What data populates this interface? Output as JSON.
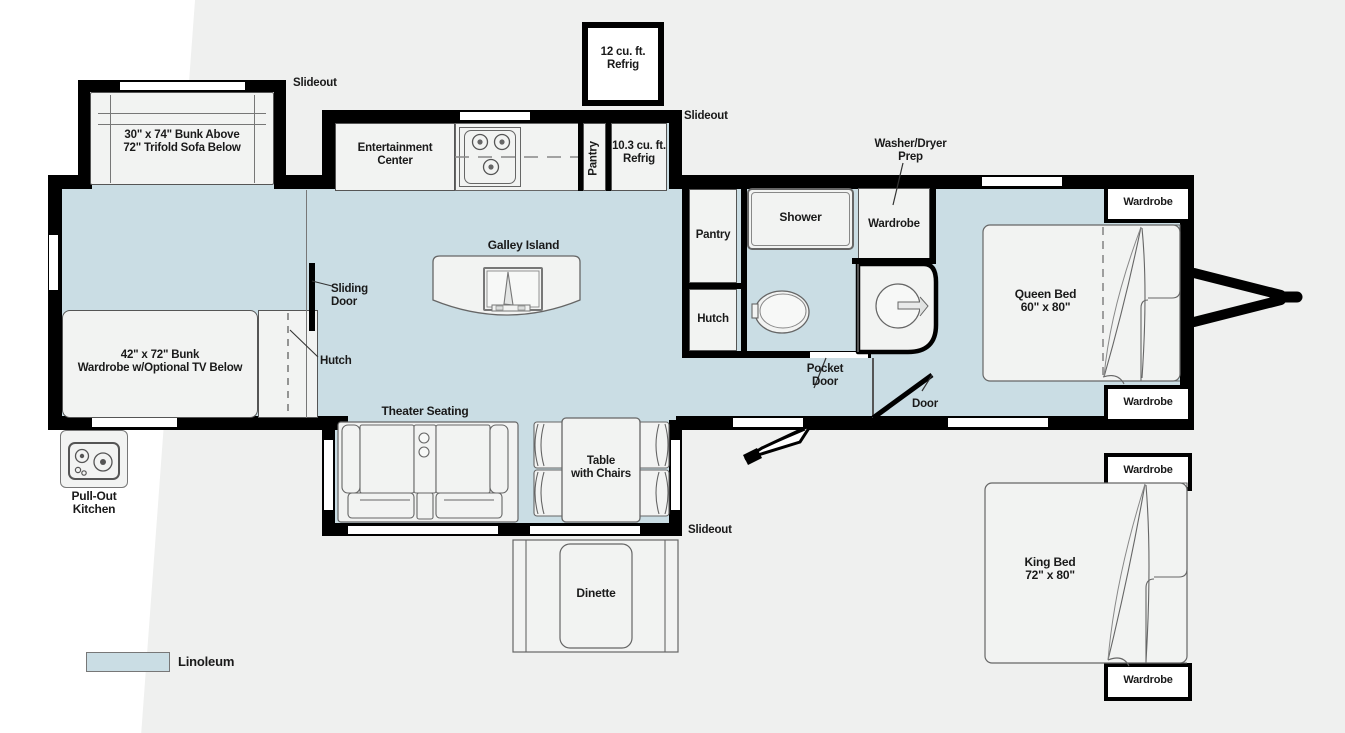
{
  "title": "RV Travel Trailer Floorplan",
  "legend": {
    "swatch_color": "#cadde4",
    "label": "Linoleum"
  },
  "labels": {
    "slideout_top_left": "Slideout",
    "slideout_top_right": "Slideout",
    "slideout_bottom": "Slideout",
    "bunk_sofa": "30\" x 74\" Bunk Above\n72\" Trifold Sofa Below",
    "bunk_wardrobe": "42\" x 72\" Bunk\nWardrobe w/Optional TV Below",
    "pull_out_kitchen": "Pull-Out\nKitchen",
    "sliding_door": "Sliding\nDoor",
    "hutch_left": "Hutch",
    "entertainment_center": "Entertainment\nCenter",
    "refrig_12": "12 cu. ft.\nRefrig",
    "refrig_103": "10.3 cu. ft.\nRefrig",
    "pantry_vertical": "Pantry",
    "galley_island": "Galley Island",
    "pantry": "Pantry",
    "hutch": "Hutch",
    "shower": "Shower",
    "wardrobe_bath": "Wardrobe",
    "washer_dryer_prep": "Washer/Dryer\nPrep",
    "pocket_door": "Pocket\nDoor",
    "door": "Door",
    "theater_seating": "Theater Seating",
    "table_with_chairs": "Table\nwith Chairs",
    "dinette": "Dinette",
    "queen_bed": "Queen Bed\n60\" x 80\"",
    "king_bed": "King Bed\n72\" x 80\"",
    "wardrobe_q_top": "Wardrobe",
    "wardrobe_q_bottom": "Wardrobe",
    "wardrobe_k_top": "Wardrobe",
    "wardrobe_k_bottom": "Wardrobe"
  },
  "colors": {
    "wall": "#000000",
    "flooring_linoleum": "#cadde4",
    "room_fill": "#f2f3f2",
    "background_right": "#eff0ef",
    "background_left": "#ffffff",
    "text": "#1a1a1a",
    "outline": "#555555"
  }
}
